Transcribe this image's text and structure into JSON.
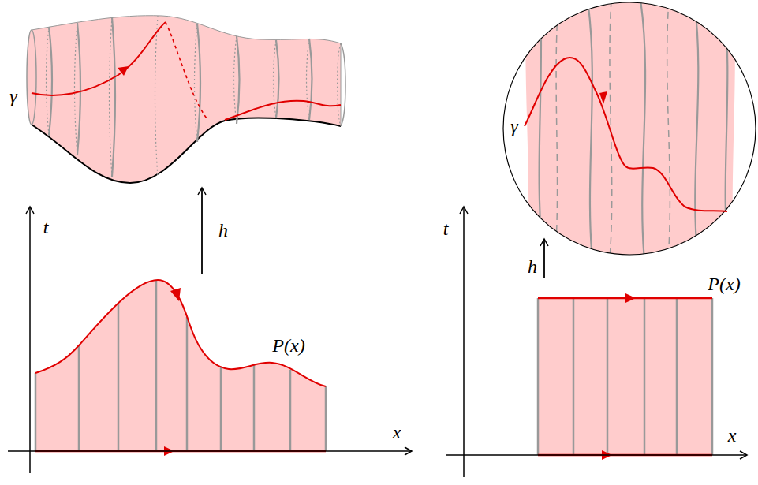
{
  "diagram": {
    "labels": [
      "γ",
      "γ",
      "t",
      "h",
      "t",
      "h",
      "P(x)",
      "P(x)",
      "x",
      "x"
    ]
  }
}
